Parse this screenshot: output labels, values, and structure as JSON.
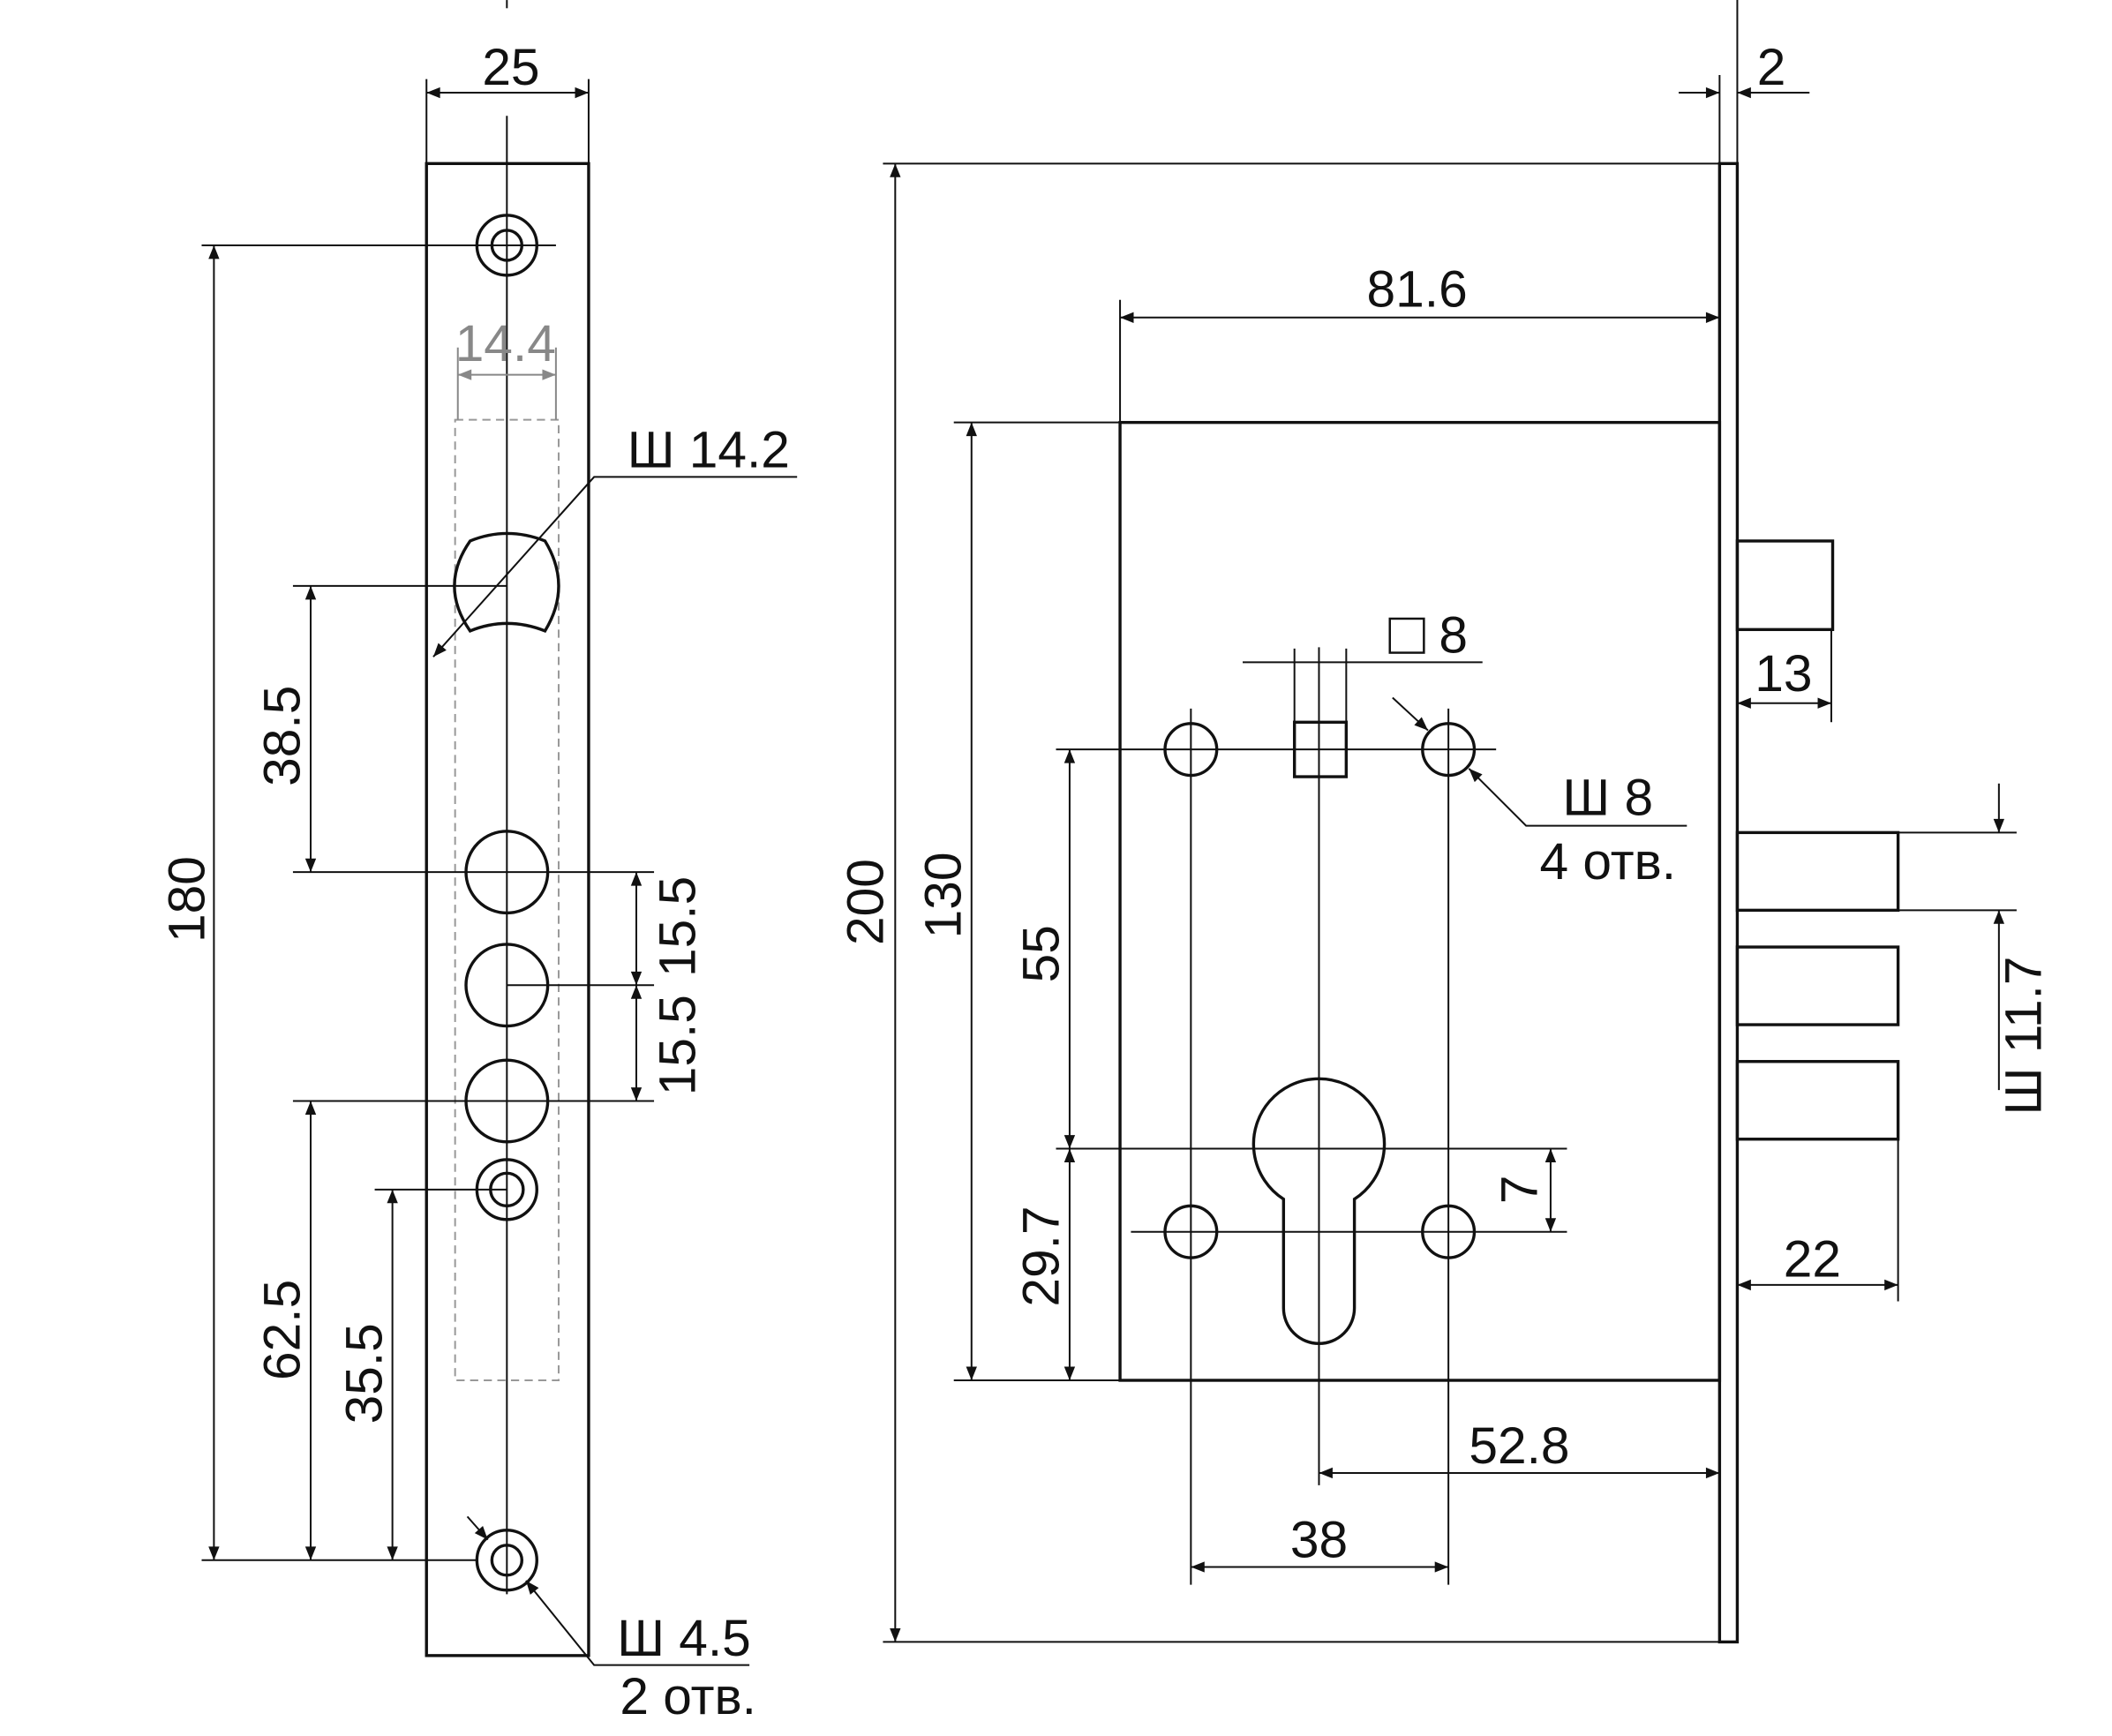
{
  "left_view": {
    "width": "25",
    "slot_width": "14.4",
    "cam_hole": "Ш 14.2",
    "total_height": "180",
    "dim_38_5": "38.5",
    "dim_15_5_a": "15.5",
    "dim_15_5_b": "15.5",
    "dim_62_5": "62.5",
    "dim_35_5": "35.5",
    "screw_hole": "Ш 4.5",
    "screw_count": "2 отв."
  },
  "right_view": {
    "faceplate_thickness": "2",
    "height_total": "200",
    "body_height": "130",
    "backset_width": "81.6",
    "spindle_square": "8",
    "mount_hole": "Ш 8",
    "mount_count": "4 отв.",
    "deadbolt_throw": "13",
    "dim_55": "55",
    "dim_29_7": "29.7",
    "dim_7": "7",
    "bolt_diameter": "Ш 11.7",
    "bolt_throw": "22",
    "backset": "52.8",
    "hole_spacing": "38"
  },
  "colors": {
    "line": "#111111",
    "secondary": "#888888"
  }
}
